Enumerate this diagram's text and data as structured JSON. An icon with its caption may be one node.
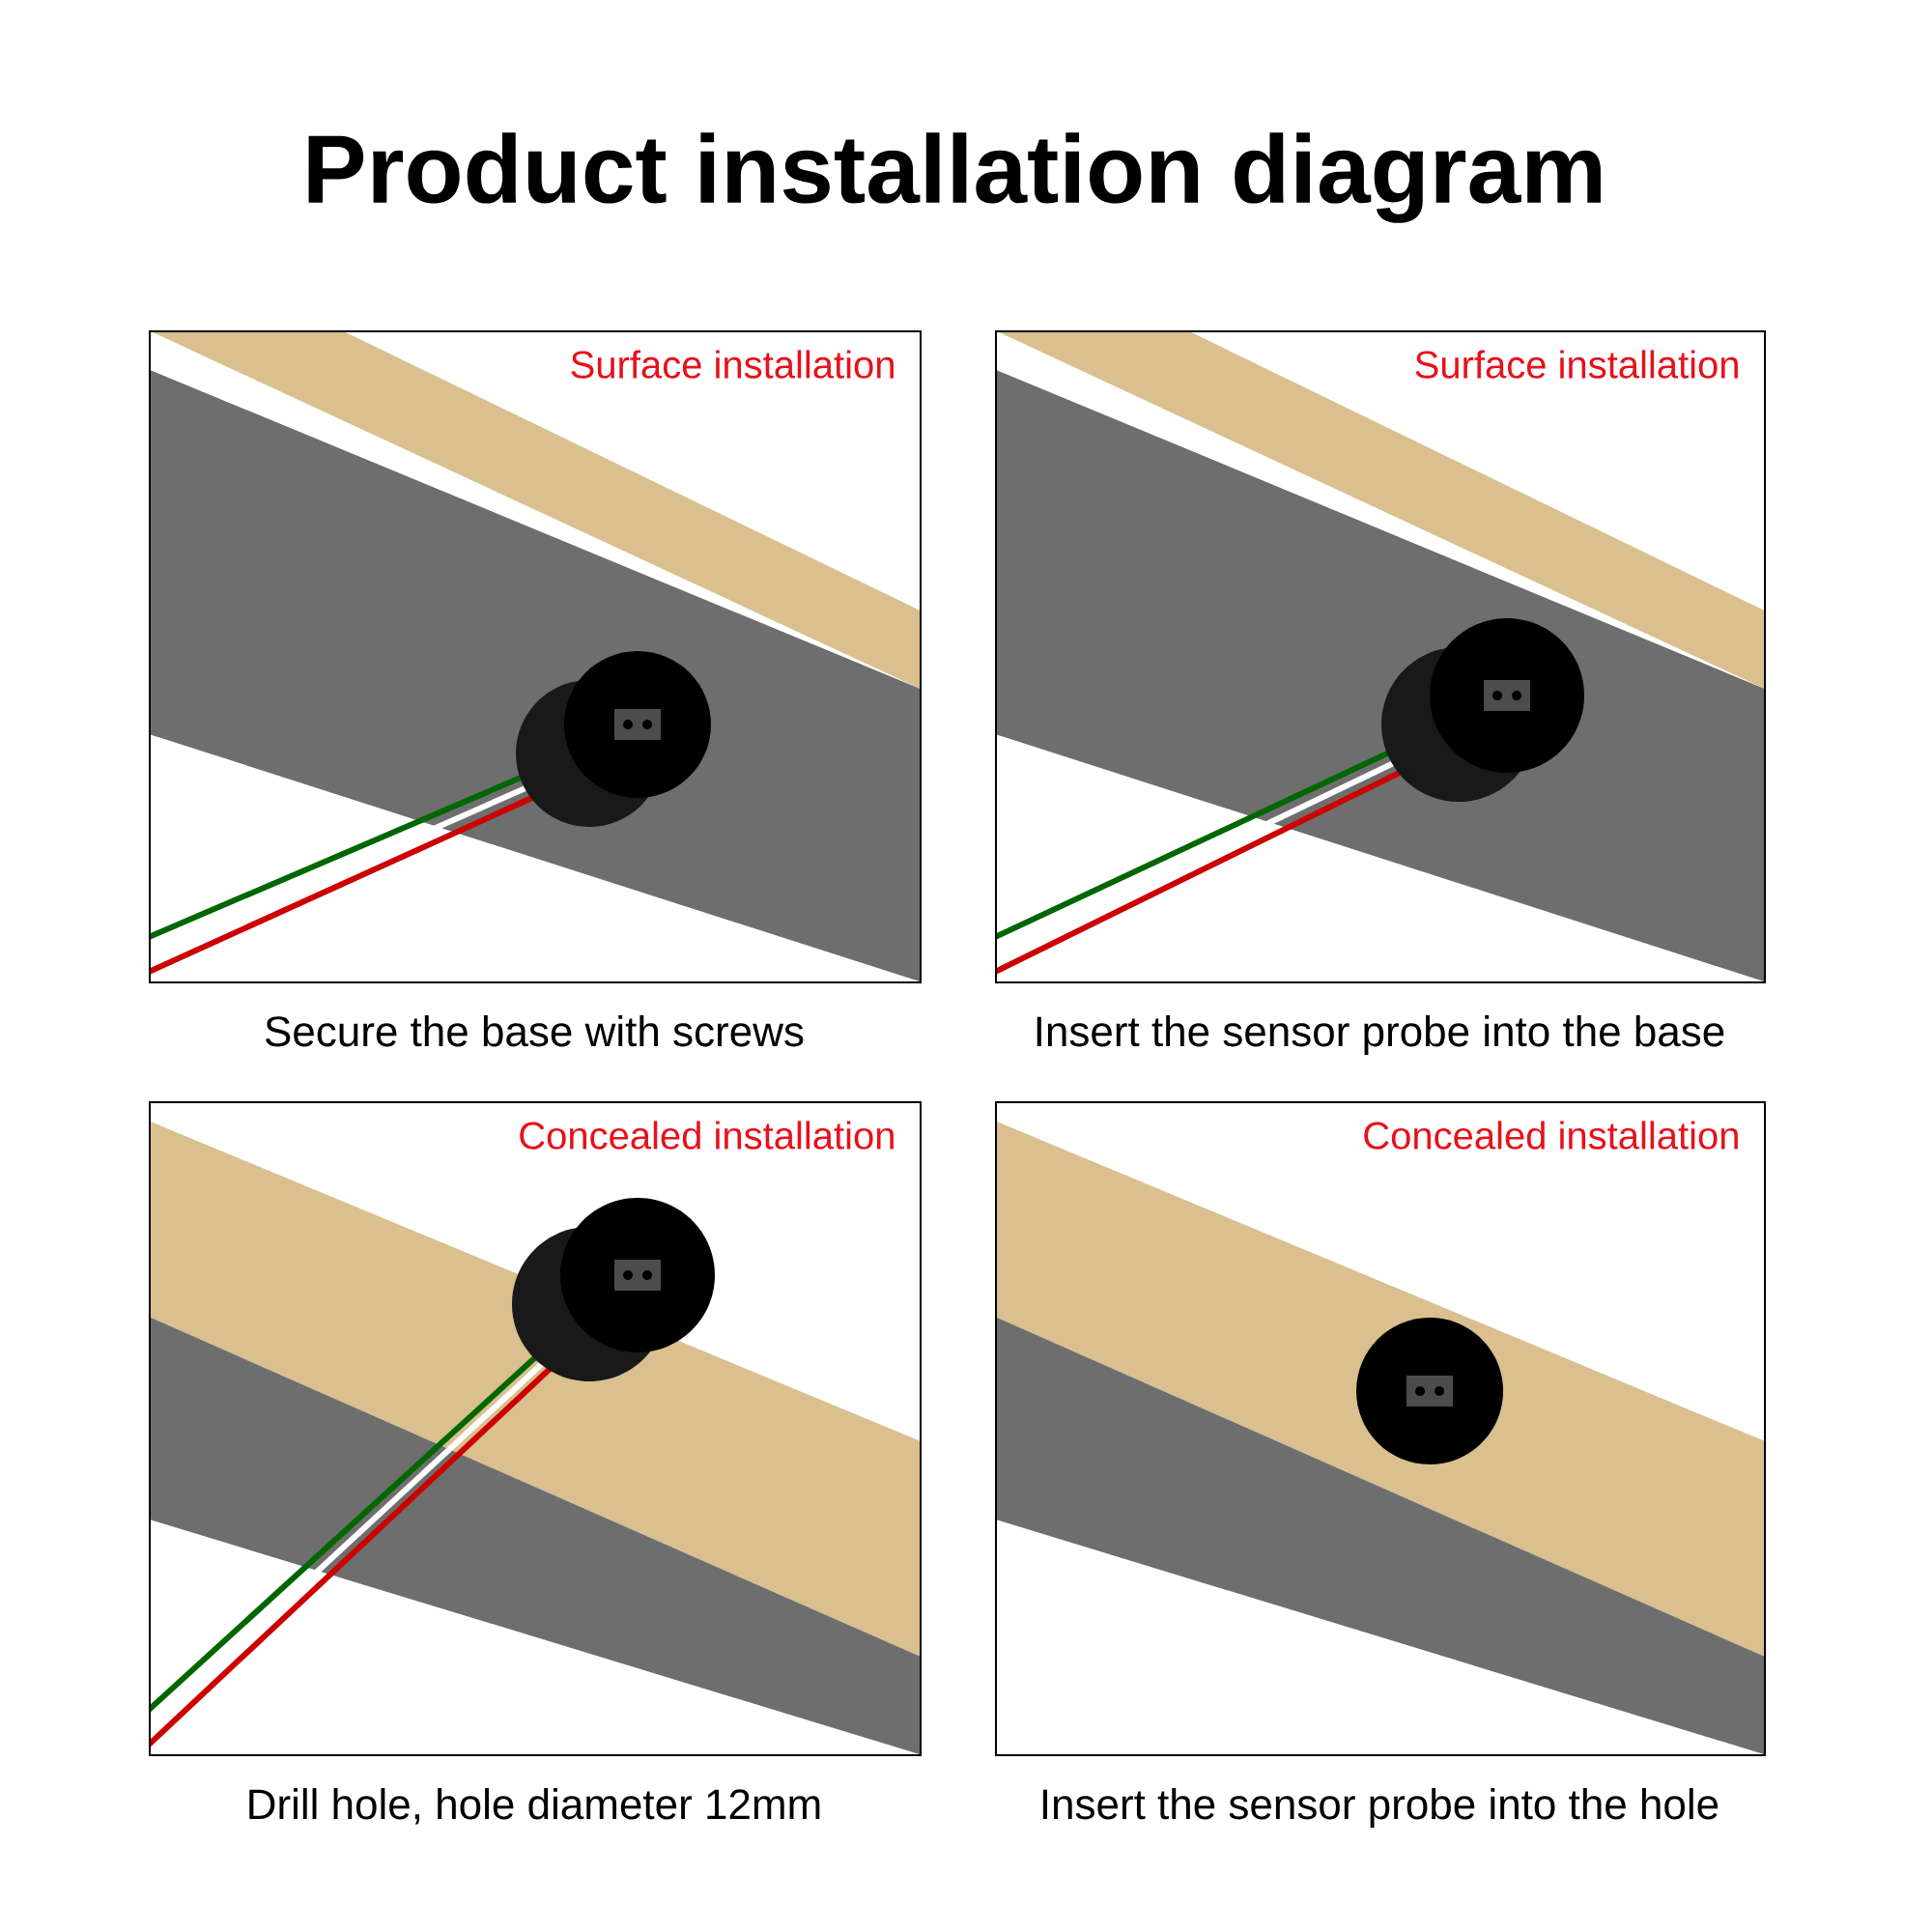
{
  "diagram": {
    "title": "Product installation diagram",
    "nodes": [
      {
        "text": [
          "Surface installation",
          "Secure the base with screws"
        ]
      },
      {
        "text": [
          "Surface installation",
          "Insert the sensor probe into the base"
        ]
      },
      {
        "text": [
          "Concealed installation",
          "Drill hole, hole diameter 12mm"
        ]
      },
      {
        "text": [
          "Concealed installation",
          "Insert the sensor probe into the hole"
        ]
      }
    ]
  }
}
